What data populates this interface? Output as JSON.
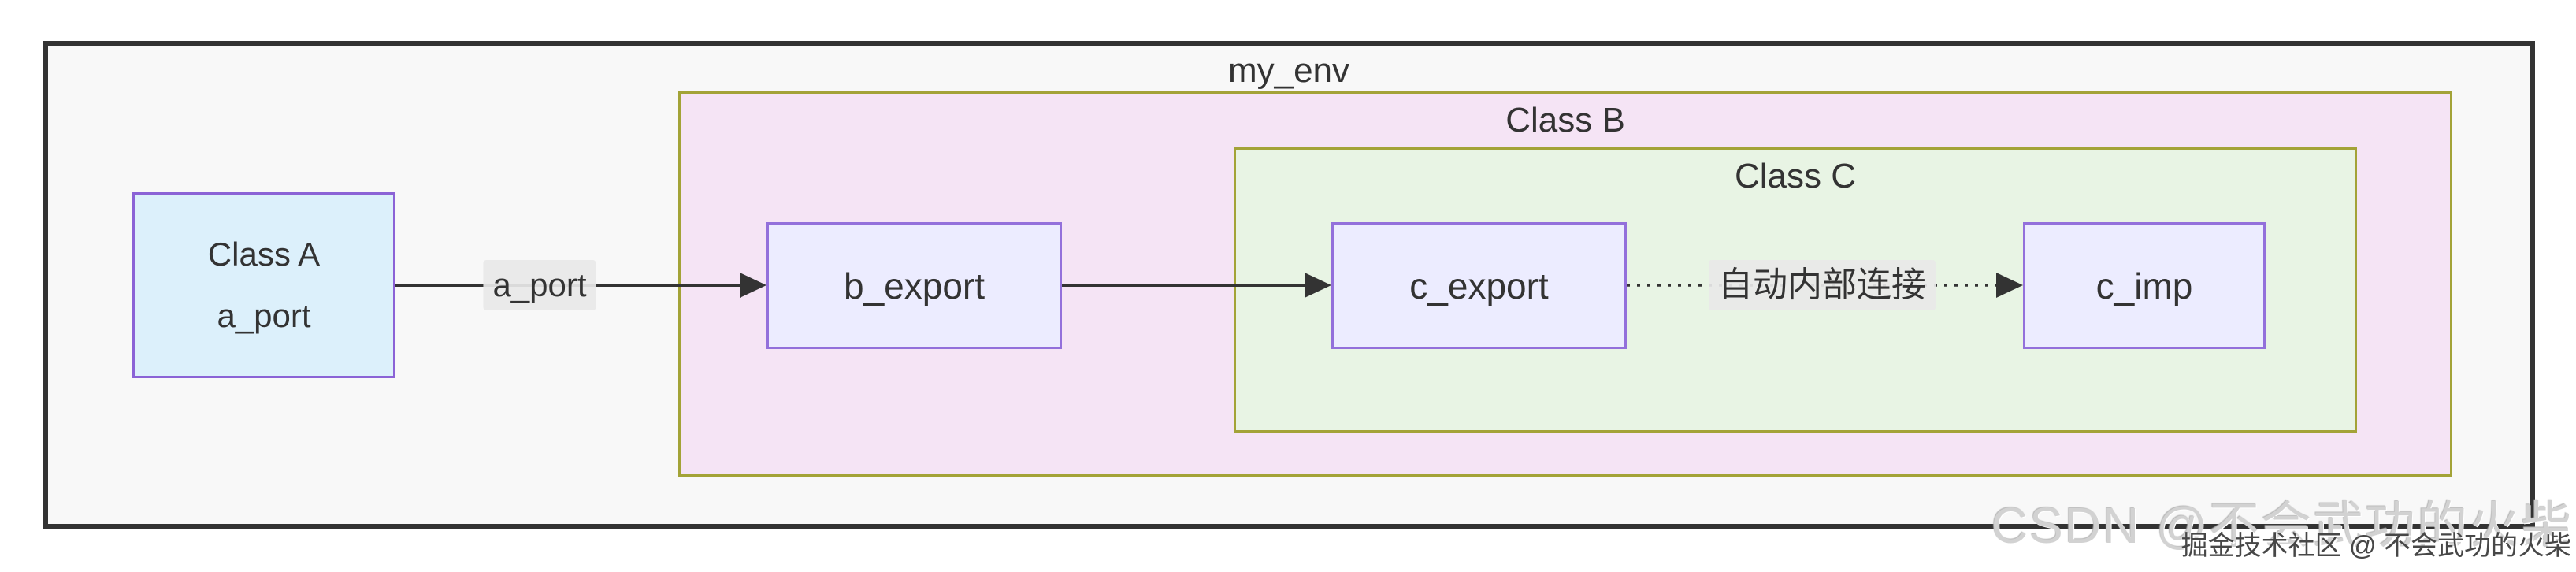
{
  "diagram": {
    "env": {
      "label": "my_env"
    },
    "clusters": {
      "class_b": {
        "label": "Class B"
      },
      "class_c": {
        "label": "Class C"
      }
    },
    "nodes": {
      "class_a": {
        "title": "Class A",
        "port": "a_port"
      },
      "b_export": {
        "label": "b_export"
      },
      "c_export": {
        "label": "c_export"
      },
      "c_imp": {
        "label": "c_imp"
      }
    },
    "edges": {
      "a_to_b": {
        "label": "a_port",
        "style": "solid"
      },
      "b_to_c": {
        "label": "",
        "style": "solid"
      },
      "c_to_imp": {
        "label": "自动内部连接",
        "style": "dotted"
      }
    },
    "colors": {
      "frame_fill": "#f8f8f8",
      "frame_stroke": "#333333",
      "class_b_fill": "#f5e4f5",
      "class_c_fill": "#e8f4e4",
      "cluster_stroke": "#a3a337",
      "node_fill": "#ececff",
      "node_stroke": "#9370db",
      "class_a_fill": "#dcf0fb",
      "class_a_stroke": "#8b63d6",
      "edge_stroke": "#333333",
      "edge_label_bg": "rgba(232,232,232,0.92)"
    }
  },
  "watermark": {
    "large": "CSDN @不会武功的火柴",
    "small": "掘金技术社区 @ 不会武功的火柴"
  }
}
